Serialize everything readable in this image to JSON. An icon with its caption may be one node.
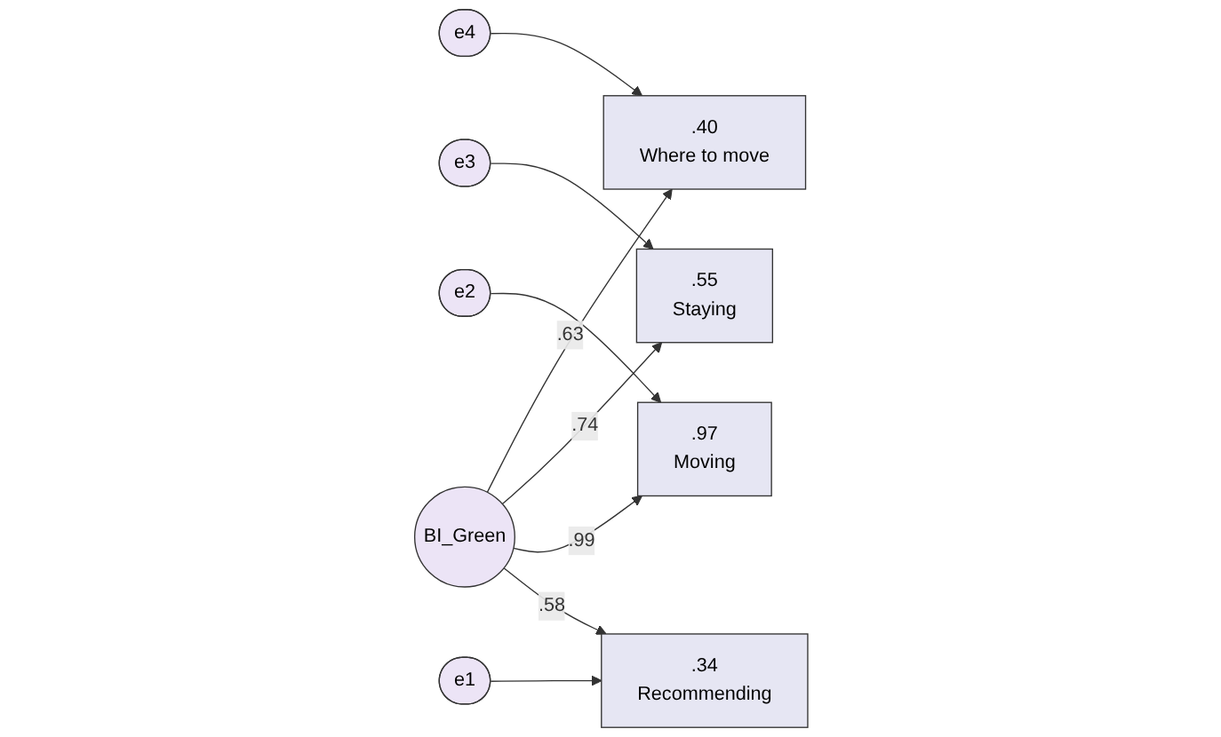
{
  "diagram": {
    "nodes": [
      {
        "text": [
          "e4"
        ]
      },
      {
        "text": [
          ".40",
          "Where to move"
        ]
      },
      {
        "text": [
          "e3"
        ]
      },
      {
        "text": [
          ".55",
          "Staying"
        ]
      },
      {
        "text": [
          "e2"
        ]
      },
      {
        "text": [
          ".97",
          "Moving"
        ]
      },
      {
        "text": [
          "e1"
        ]
      },
      {
        "text": [
          ".34",
          "Recommending"
        ]
      },
      {
        "text": [
          "BI_Green"
        ]
      }
    ],
    "edges": [
      {
        "from": 0,
        "to": 1,
        "arrow": "to"
      },
      {
        "from": 2,
        "to": 3,
        "arrow": "to"
      },
      {
        "from": 4,
        "to": 5,
        "arrow": "to"
      },
      {
        "from": 6,
        "to": 7,
        "arrow": "to"
      },
      {
        "from": 8,
        "to": 1,
        "arrow": "to",
        "label": ".63"
      },
      {
        "from": 8,
        "to": 3,
        "arrow": "to",
        "label": ".74"
      },
      {
        "from": 8,
        "to": 5,
        "arrow": "to",
        "label": ".99"
      },
      {
        "from": 8,
        "to": 7,
        "arrow": "to",
        "label": ".58"
      }
    ]
  }
}
